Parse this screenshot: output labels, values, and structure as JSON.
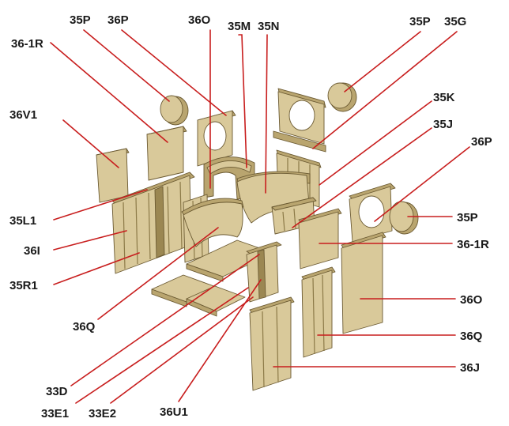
{
  "diagram": {
    "labels": {
      "l35P_a": "35P",
      "l36P_a": "36P",
      "l36O_a": "36O",
      "l35M": "35M",
      "l35N": "35N",
      "l35P_b": "35P",
      "l35G": "35G",
      "l36_1R_a": "36-1R",
      "l36V1": "36V1",
      "l35K": "35K",
      "l35J": "35J",
      "l36P_b": "36P",
      "l35P_c": "35P",
      "l36_1R_b": "36-1R",
      "l35L1": "35L1",
      "l36I": "36I",
      "l35R1": "35R1",
      "l36O_b": "36O",
      "l36Q_a": "36Q",
      "l36Q_b": "36Q",
      "l36J": "36J",
      "l33D": "33D",
      "l33E1": "33E1",
      "l33E2": "33E2",
      "l36U1": "36U1"
    },
    "colors": {
      "brick_face": "#d9c99a",
      "brick_side": "#b9a56f",
      "brick_shadow": "#9b8752",
      "leader_line": "#c81e1e",
      "label_text": "#1a1a1a"
    }
  }
}
